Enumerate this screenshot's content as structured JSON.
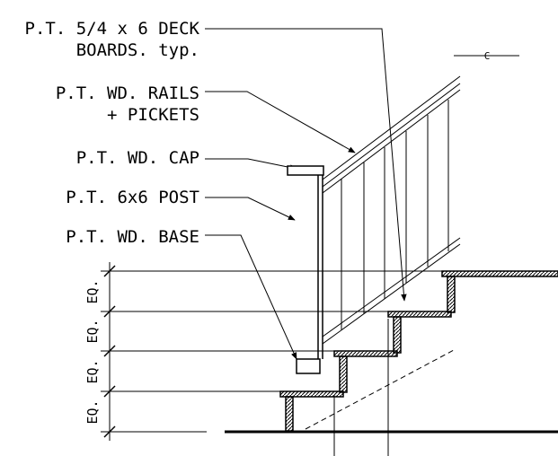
{
  "callouts": [
    {
      "id": "deck-boards",
      "lines": [
        "P.T. 5/4 x 6 DECK",
        "BOARDS. typ."
      ]
    },
    {
      "id": "rails-pickets",
      "lines": [
        "P.T. WD. RAILS",
        "+ PICKETS"
      ]
    },
    {
      "id": "cap",
      "lines": [
        "P.T. WD. CAP"
      ]
    },
    {
      "id": "post",
      "lines": [
        "P.T. 6x6 POST"
      ]
    },
    {
      "id": "base",
      "lines": [
        "P.T. WD. BASE"
      ]
    }
  ],
  "dimension_labels": [
    "EQ.",
    "EQ.",
    "EQ.",
    "EQ."
  ],
  "centerline_symbol": "C"
}
